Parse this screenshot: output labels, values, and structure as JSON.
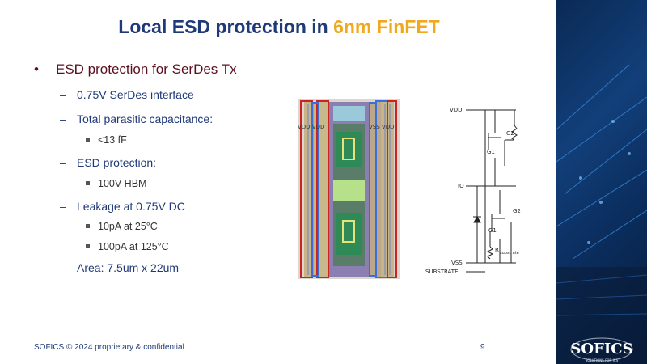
{
  "slide": {
    "title_main": "Local ESD protection in ",
    "title_accent": "6nm FinFET",
    "bullet": "ESD protection for SerDes Tx",
    "items": [
      {
        "dash": "–",
        "text": "0.75V SerDes interface"
      },
      {
        "dash": "–",
        "text": "Total parasitic capacitance:"
      },
      {
        "sq": true,
        "text": "<13 fF"
      },
      {
        "dash": "–",
        "text": "ESD protection:"
      },
      {
        "sq": true,
        "text": "100V HBM"
      },
      {
        "dash": "–",
        "text": "Leakage at 0.75V DC"
      },
      {
        "sq": true,
        "text": "10pA at 25°C"
      },
      {
        "sq": true,
        "text": "100pA at 125°C"
      },
      {
        "dash": "–",
        "text": "Area: 7.5um x 22um"
      }
    ],
    "layout_labels": {
      "left": "VDD VDD",
      "right": "VSS VDD"
    },
    "schematic": {
      "vdd": "VDD",
      "io": "IO",
      "vss": "VSS",
      "substrate": "SUBSTRATE",
      "g2_top": "G2",
      "g1_top": "G1",
      "g2_bot": "G2",
      "g1_bot": "G1",
      "rsub": "R",
      "rsub_sub": "substrate"
    },
    "footer": "SOFICS © 2024 proprietary & confidential",
    "page_number": "9",
    "logo_text": "SOFICS",
    "logo_sub": "SOLUTIONS FOR ICS",
    "colors": {
      "title_blue": "#1f3a78",
      "accent_orange": "#f0a81e",
      "bullet_red": "#5b1020",
      "panel_blue": "#0a2a55"
    }
  }
}
